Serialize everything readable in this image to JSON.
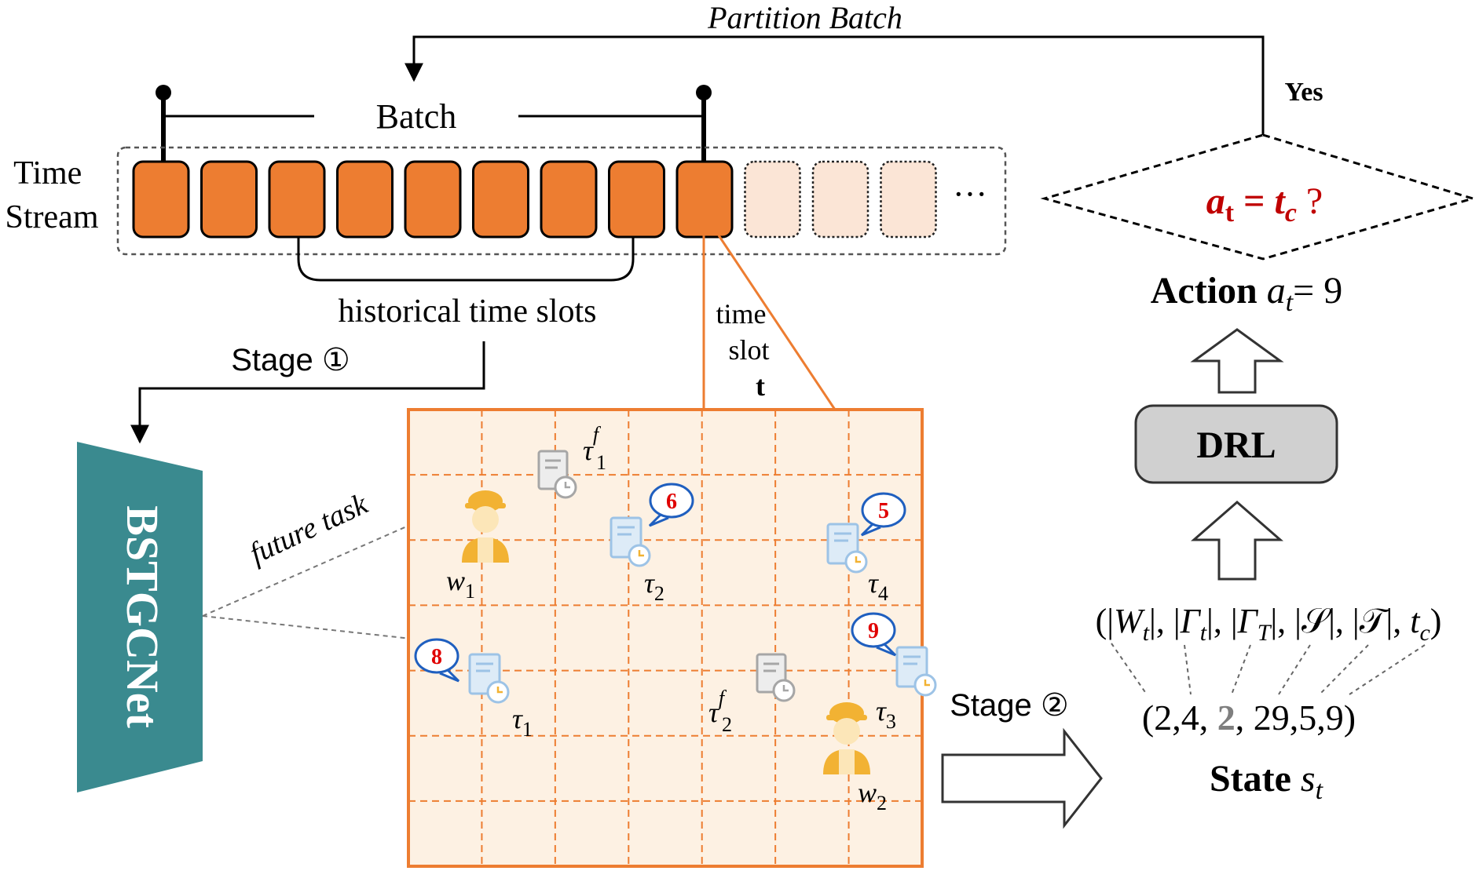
{
  "colors": {
    "slot_filled": "#ED7D31",
    "slot_empty": "#FBE5D6",
    "grid_bg": "#FDF1E3",
    "grid_border": "#ED7D31",
    "bstgcnet_fill": "#3A8A8F",
    "drl_fill": "#D0D0D0",
    "decision_text": "#C00000",
    "task_icon": "#9DC3E6",
    "future_task_icon": "#A6A6A6",
    "bubble_border": "#1F5FBF",
    "bubble_number": "#E00000",
    "worker_icon": "#F2B233"
  },
  "top": {
    "partition_batch": "Partition Batch",
    "yes": "Yes",
    "batch": "Batch",
    "time_stream_line1": "Time",
    "time_stream_line2": "Stream",
    "ellipsis": "···",
    "historical_slots": "historical time slots",
    "time_slot_line1": "time",
    "time_slot_line2": "slot",
    "time_slot_line3": "t",
    "slots_filled": 9,
    "slots_empty": 3
  },
  "stages": {
    "stage1": "Stage ①",
    "stage2": "Stage ②"
  },
  "model": {
    "name": "BSTGCNet",
    "future_task": "future task"
  },
  "grid": {
    "cols": 7,
    "rows": 7,
    "workers": [
      {
        "id": "w",
        "sub": "1"
      },
      {
        "id": "w",
        "sub": "2"
      }
    ],
    "tasks": [
      {
        "id": "τ",
        "sub": "1",
        "bubble": "8"
      },
      {
        "id": "τ",
        "sub": "2",
        "bubble": "6"
      },
      {
        "id": "τ",
        "sub": "3",
        "bubble": "9"
      },
      {
        "id": "τ",
        "sub": "4",
        "bubble": "5"
      }
    ],
    "future_tasks": [
      {
        "id": "τ",
        "sub": "1",
        "sup": "f"
      },
      {
        "id": "τ",
        "sub": "2",
        "sup": "f"
      }
    ]
  },
  "right": {
    "decision_a": "a",
    "decision_a_sub": "t",
    "decision_eq": " = ",
    "decision_t": "t",
    "decision_t_sub": "c",
    "decision_q": " ?",
    "action_label": "Action ",
    "action_var": "a",
    "action_sub": "t",
    "action_value": "= 9",
    "drl": "DRL",
    "state_vector_open": "(|",
    "state_vector_W": "W",
    "state_vector_W_sub": "t",
    "state_vector_sep": "|, |",
    "state_vector_G1": "Γ",
    "state_vector_G1_sub": "t",
    "state_vector_G2": "Γ",
    "state_vector_G2_sub": "T",
    "state_vector_S": "𝒮",
    "state_vector_T": "𝒯",
    "state_vector_mid": "|, ",
    "state_vector_tc": "t",
    "state_vector_tc_sub": "c",
    "state_vector_close": ")",
    "state_values_prefix": "(2,4, ",
    "state_values_bold": "2",
    "state_values_suffix": ", 29,5,9)",
    "state_label": "State ",
    "state_var": "s",
    "state_sub": "t"
  }
}
